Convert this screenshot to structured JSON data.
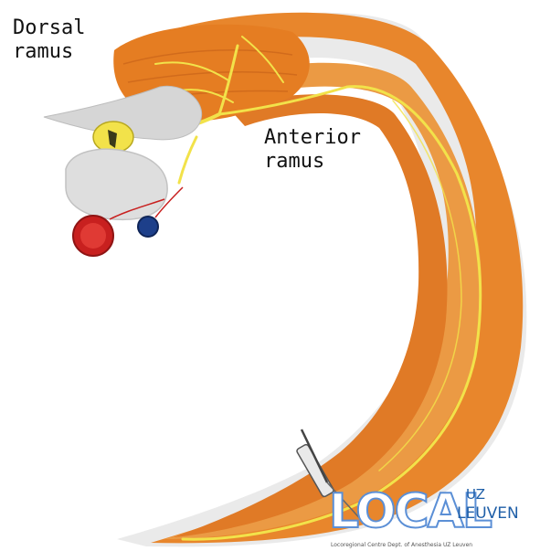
{
  "labels": {
    "dorsal_line1": "Dorsal",
    "dorsal_line2": "ramus",
    "anterior_line1": "Anterior",
    "anterior_line2": "ramus"
  },
  "logo": {
    "main": "LOCAL",
    "uz": "UZ",
    "leuven": "LEUVEN",
    "subtitle": "Locoregional Centre Dept. of Anesthesia UZ Leuven"
  },
  "colors": {
    "muscle": "#e8862c",
    "muscle_dark": "#c9641a",
    "nerve": "#f2e24a",
    "bone": "#d9d9d9",
    "artery": "#c8201f",
    "vein": "#1d3f8a",
    "fascia": "#cfcfcf",
    "logo_blue": "#1f5fa8"
  },
  "icons": {
    "needle": "syringe-icon"
  }
}
